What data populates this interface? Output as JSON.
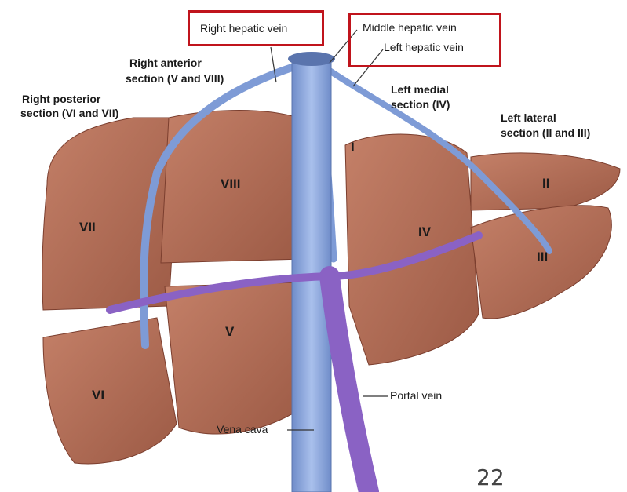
{
  "labels": {
    "right_hepatic_vein": "Right hepatic vein",
    "middle_hepatic_vein": "Middle hepatic vein",
    "left_hepatic_vein": "Left hepatic vein",
    "right_anterior_line1": "Right anterior",
    "right_anterior_line2": "section (V and VIII)",
    "right_posterior_line1": "Right posterior",
    "right_posterior_line2": "section (VI and VII)",
    "left_medial_line1": "Left medial",
    "left_medial_line2": "section (IV)",
    "left_lateral_line1": "Left lateral",
    "left_lateral_line2": "section (II and III)",
    "portal_vein": "Portal vein",
    "vena_cava": "Vena cava"
  },
  "segments": {
    "I": "I",
    "II": "II",
    "III": "III",
    "IV": "IV",
    "V": "V",
    "VI": "VI",
    "VII": "VII",
    "VIII": "VIII"
  },
  "page_number": "22",
  "colors": {
    "liver": "#b5705a",
    "liver_dark": "#8f4e3c",
    "hepatic_vein": "#7e9bd6",
    "portal_vein": "#8a62c4",
    "highlight_box": "#c0141c"
  }
}
